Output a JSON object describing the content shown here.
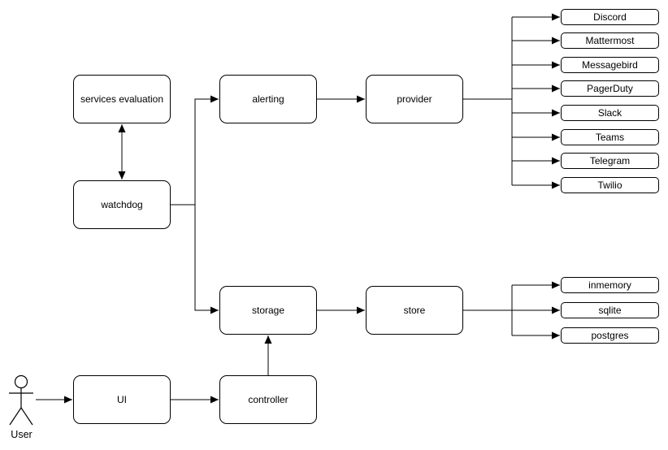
{
  "diagram": {
    "nodes": {
      "services_evaluation": "services evaluation",
      "watchdog": "watchdog",
      "alerting": "alerting",
      "provider": "provider",
      "storage": "storage",
      "store": "store",
      "ui": "UI",
      "controller": "controller"
    },
    "providers": [
      "Discord",
      "Mattermost",
      "Messagebird",
      "PagerDuty",
      "Slack",
      "Teams",
      "Telegram",
      "Twilio"
    ],
    "stores": [
      "inmemory",
      "sqlite",
      "postgres"
    ],
    "actor_label": "User",
    "colors": {
      "stroke": "#000000",
      "fill": "#ffffff",
      "background": "#ffffff",
      "text": "#000000"
    }
  }
}
